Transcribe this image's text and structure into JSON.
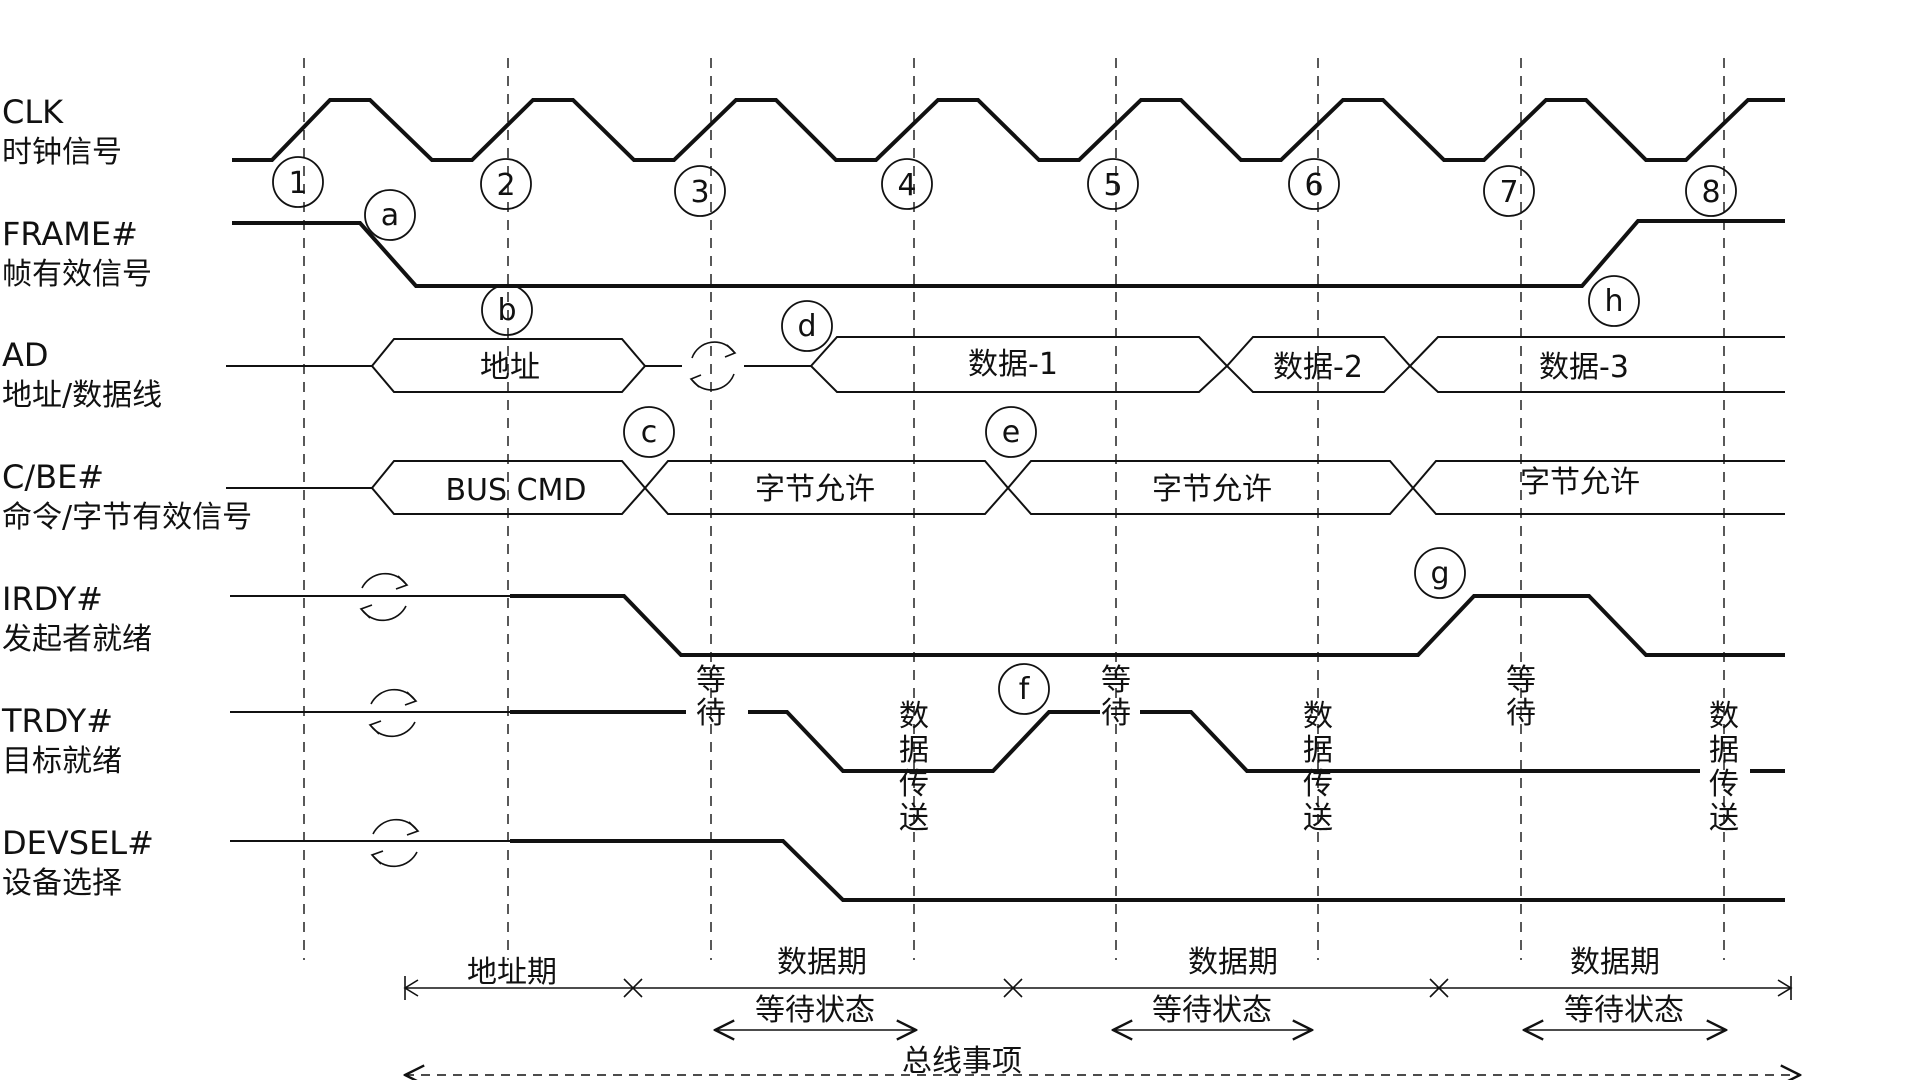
{
  "signals": [
    {
      "id": "clk",
      "name": "CLK",
      "desc": "时钟信号"
    },
    {
      "id": "frame",
      "name": "FRAME#",
      "desc": "帧有效信号"
    },
    {
      "id": "ad",
      "name": "AD",
      "desc": "地址/数据线"
    },
    {
      "id": "cbe",
      "name": "C/BE#",
      "desc": "命令/字节有效信号"
    },
    {
      "id": "irdy",
      "name": "IRDY#",
      "desc": "发起者就绪"
    },
    {
      "id": "trdy",
      "name": "TRDY#",
      "desc": "目标就绪"
    },
    {
      "id": "devsel",
      "name": "DEVSEL#",
      "desc": "设备选择"
    }
  ],
  "clock_markers": [
    "1",
    "2",
    "3",
    "4",
    "5",
    "6",
    "7",
    "8"
  ],
  "event_markers": [
    "a",
    "b",
    "c",
    "d",
    "e",
    "f",
    "g",
    "h"
  ],
  "ad_labels": [
    "地址",
    "数据-1",
    "数据-2",
    "数据-3"
  ],
  "cbe_labels": [
    "BUS CMD",
    "字节允许",
    "字节允许",
    "字节允许"
  ],
  "wait_label": "等待",
  "transfer_label": "数据传送",
  "phases": {
    "address": "地址期",
    "data": "数据期",
    "wait_state": "等待状态",
    "transaction": "总线事项"
  }
}
